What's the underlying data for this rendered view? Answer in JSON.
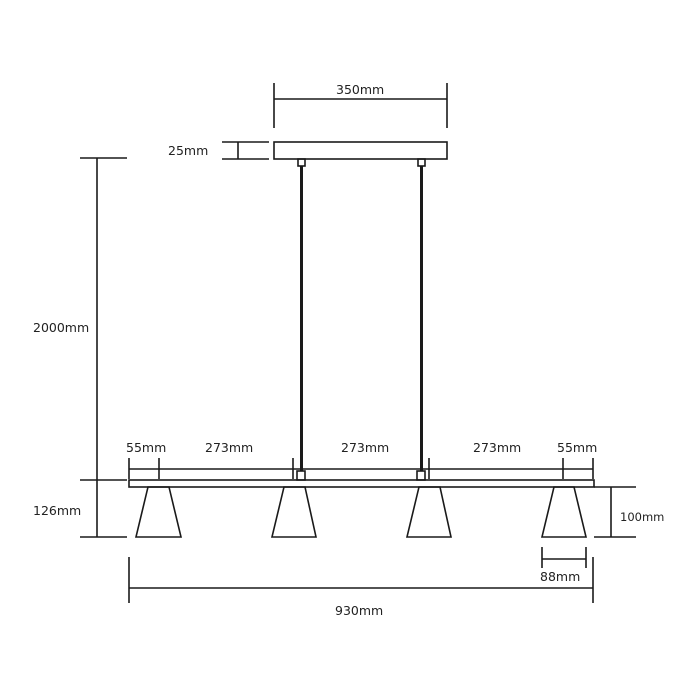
{
  "colors": {
    "line": "#1a1a1a",
    "text": "#222222"
  },
  "dimensions": {
    "canopy_width": "350mm",
    "canopy_height": "25mm",
    "cable_length": "2000mm",
    "fixture_height": "126mm",
    "end_offset_left": "55mm",
    "spacing_1": "273mm",
    "spacing_2": "273mm",
    "spacing_3": "273mm",
    "end_offset_right": "55mm",
    "shade_height": "100mm",
    "shade_diameter": "88mm",
    "total_length": "930mm"
  }
}
